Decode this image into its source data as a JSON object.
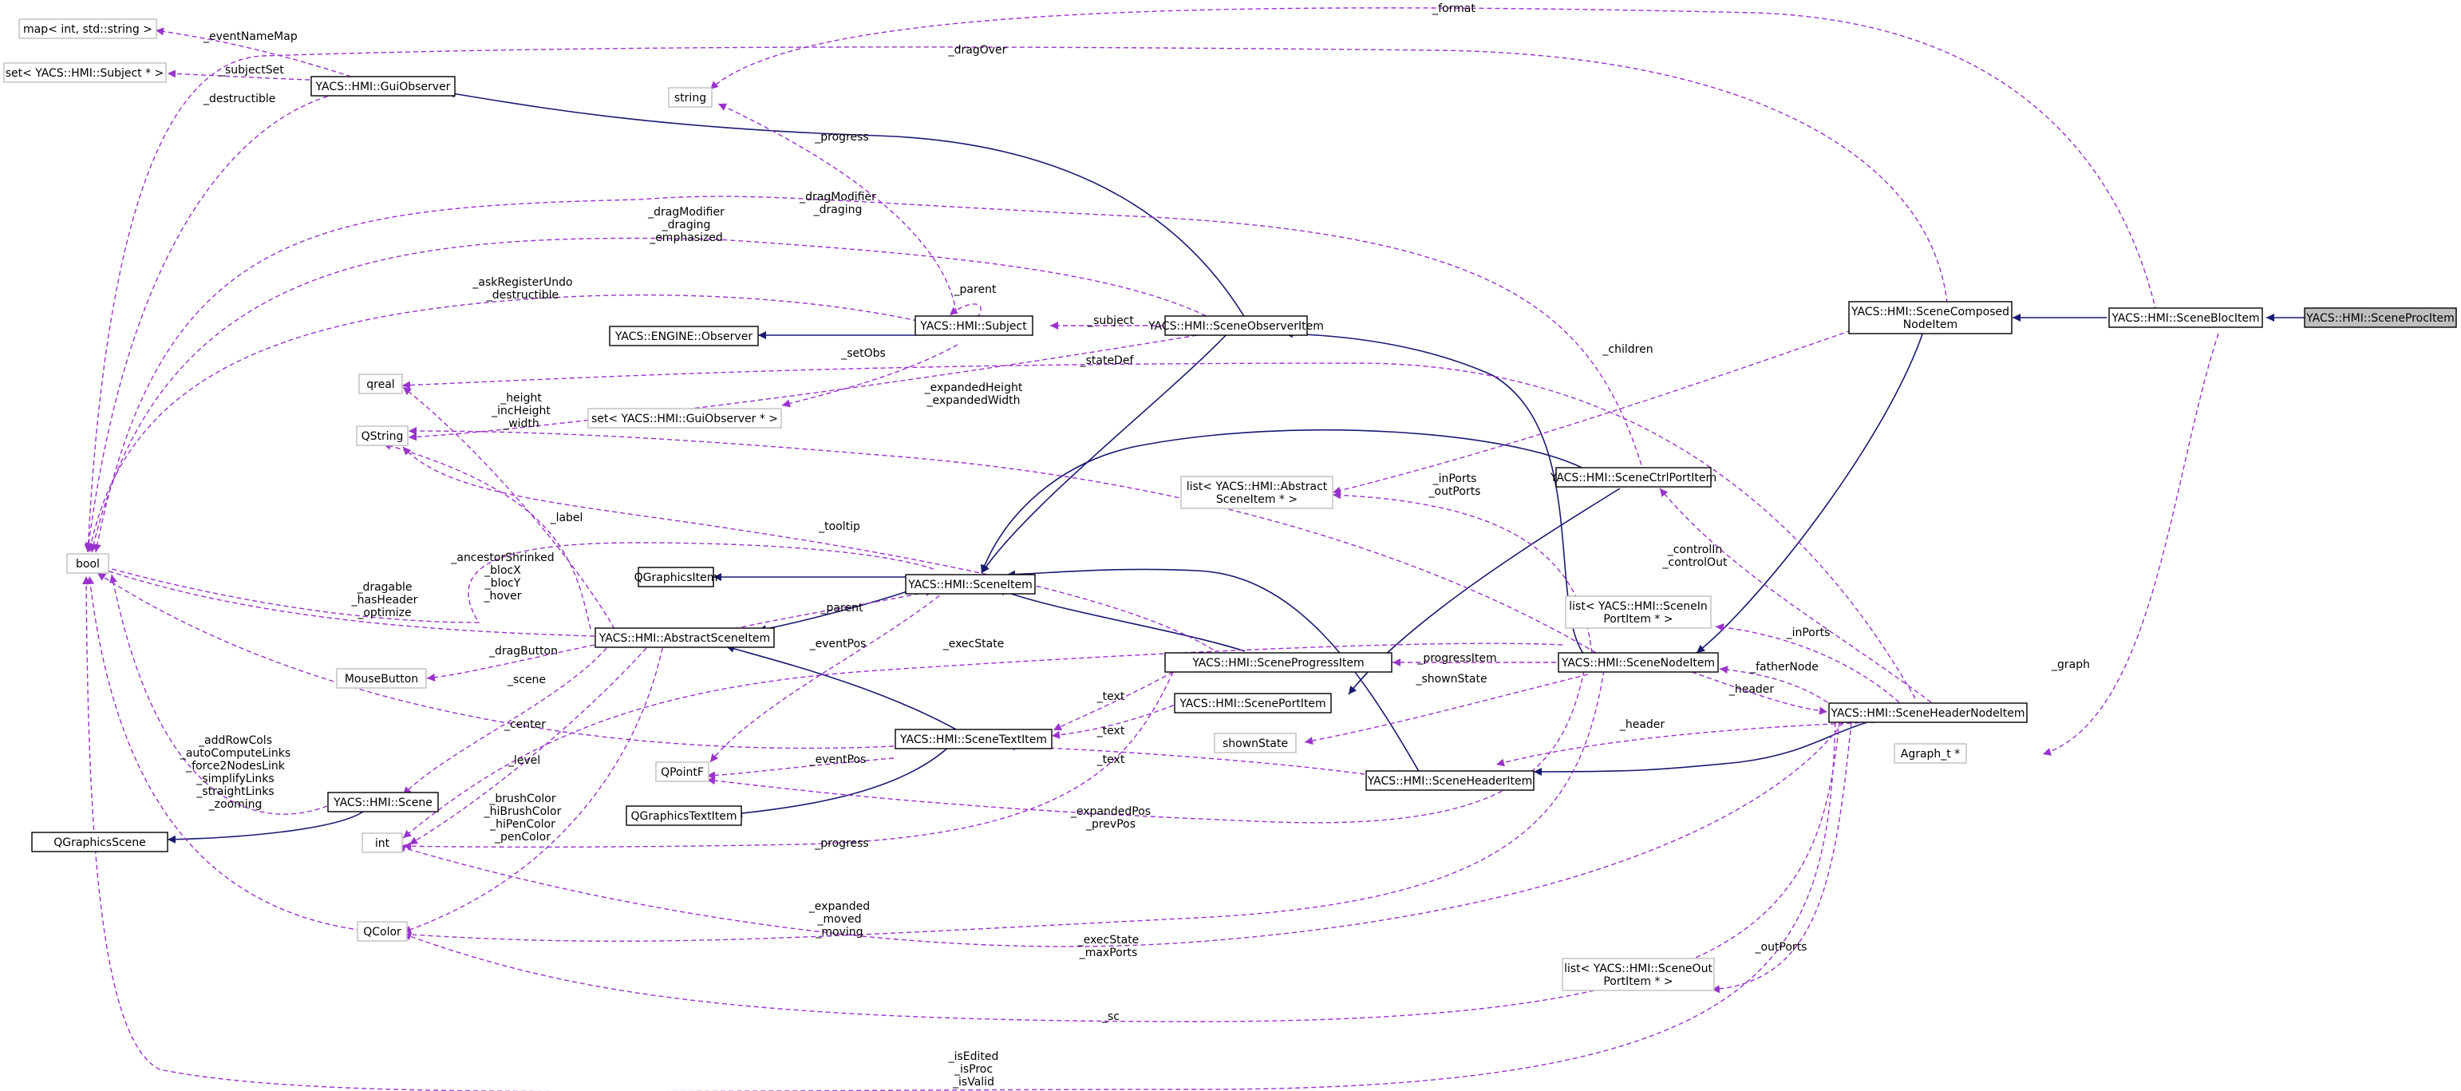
{
  "nodes": {
    "map_int_string": [
      "map< int, std::string >"
    ],
    "set_subject": [
      "set< YACS::HMI::Subject * >"
    ],
    "gui_observer": [
      "YACS::HMI::GuiObserver"
    ],
    "string": [
      "string"
    ],
    "bool": [
      "bool"
    ],
    "qreal": [
      "qreal"
    ],
    "qstring": [
      "QString"
    ],
    "engine_observer": [
      "YACS::ENGINE::Observer"
    ],
    "subject": [
      "YACS::HMI::Subject"
    ],
    "scene_observer_item": [
      "YACS::HMI::SceneObserverItem"
    ],
    "set_gui_observer": [
      "set< YACS::HMI::GuiObserver * >"
    ],
    "scene_composed_node_item": [
      "YACS::HMI::SceneComposed",
      "NodeItem"
    ],
    "scene_bloc_item": [
      "YACS::HMI::SceneBlocItem"
    ],
    "scene_proc_item": [
      "YACS::HMI::SceneProcItem"
    ],
    "list_abstract_scene_item": [
      "list< YACS::HMI::Abstract",
      "SceneItem * >"
    ],
    "scene_ctrl_port_item": [
      "YACS::HMI::SceneCtrlPortItem"
    ],
    "qgraphics_item": [
      "QGraphicsItem"
    ],
    "scene_item": [
      "YACS::HMI::SceneItem"
    ],
    "abstract_scene_item": [
      "YACS::HMI::AbstractSceneItem"
    ],
    "mouse_button": [
      "MouseButton"
    ],
    "scene_progress_item": [
      "YACS::HMI::SceneProgressItem"
    ],
    "scene_port_item": [
      "YACS::HMI::ScenePortItem"
    ],
    "scene_node_item": [
      "YACS::HMI::SceneNodeItem"
    ],
    "list_scene_in_port_item": [
      "list< YACS::HMI::SceneIn",
      "PortItem * >"
    ],
    "shown_state": [
      "shownState"
    ],
    "scene_header_node_item": [
      "YACS::HMI::SceneHeaderNodeItem"
    ],
    "agraph": [
      "Agraph_t *"
    ],
    "scene_text_item": [
      "YACS::HMI::SceneTextItem"
    ],
    "qpointf": [
      "QPointF"
    ],
    "scene_header_item": [
      "YACS::HMI::SceneHeaderItem"
    ],
    "scene": [
      "YACS::HMI::Scene"
    ],
    "qgraphics_text_item": [
      "QGraphicsTextItem"
    ],
    "qgraphics_scene": [
      "QGraphicsScene"
    ],
    "int": [
      "int"
    ],
    "qcolor": [
      "QColor"
    ],
    "list_scene_out_port_item": [
      "list< YACS::HMI::SceneOut",
      "PortItem * >"
    ]
  },
  "edge_labels": {
    "event_name_map": [
      "_eventNameMap"
    ],
    "subject_set": [
      "_subjectSet"
    ],
    "destructible": [
      "_destructible"
    ],
    "format": [
      "_format"
    ],
    "drag_over": [
      "_dragOver"
    ],
    "progress_string": [
      "_progress"
    ],
    "drag_modifier_a": [
      "_dragModifier",
      "_draging"
    ],
    "drag_modifier_b": [
      "_dragModifier",
      "_draging",
      "_emphasized"
    ],
    "ask_register_undo": [
      "_askRegisterUndo",
      "_destructible"
    ],
    "parent_subject": [
      "_parent"
    ],
    "subject_link": [
      "_subject"
    ],
    "set_obs": [
      "_setObs"
    ],
    "children": [
      "_children"
    ],
    "state_def": [
      "_stateDef"
    ],
    "height": [
      "_height",
      "_incHeight",
      "_width"
    ],
    "expanded_height": [
      "_expandedHeight",
      "_expandedWidth"
    ],
    "in_ports_out_ports": [
      "_inPorts",
      "_outPorts"
    ],
    "label": [
      "_label"
    ],
    "tooltip": [
      "_tooltip"
    ],
    "ancestor_shrinked": [
      "_ancestorShrinked",
      "_blocX",
      "_blocY",
      "_hover"
    ],
    "dragable": [
      "_dragable",
      "_hasHeader",
      "_optimize"
    ],
    "parent_item": [
      "_parent"
    ],
    "control_in_out": [
      "_controlIn",
      "_controlOut"
    ],
    "drag_button": [
      "_dragButton"
    ],
    "scene_link": [
      "_scene"
    ],
    "event_pos_a": [
      "_eventPos"
    ],
    "exec_state_a": [
      "_execState"
    ],
    "progress_item": [
      "_progressItem"
    ],
    "in_ports": [
      "_inPorts"
    ],
    "father_node": [
      "_fatherNode"
    ],
    "text_a": [
      "_text"
    ],
    "shown_state": [
      "_shownState"
    ],
    "header_a": [
      "_header"
    ],
    "header_b": [
      "_header"
    ],
    "text_b": [
      "_text"
    ],
    "center": [
      "_center"
    ],
    "event_pos_b": [
      "_eventPos"
    ],
    "text_c": [
      "_text"
    ],
    "graph": [
      "_graph"
    ],
    "add_row_cols": [
      "_addRowCols",
      "_autoComputeLinks",
      "_force2NodesLink",
      "_simplifyLinks",
      "_straightLinks",
      "_zooming"
    ],
    "level": [
      "_level"
    ],
    "expanded_pos": [
      "_expandedPos",
      "_prevPos"
    ],
    "brush_color": [
      "_brushColor",
      "_hiBrushColor",
      "_hiPenColor",
      "_penColor"
    ],
    "progress_int": [
      "_progress"
    ],
    "expanded_moved": [
      "_expanded",
      "_moved",
      "_moving"
    ],
    "exec_state_b": [
      "_execState",
      "_maxPorts"
    ],
    "out_ports": [
      "_outPorts"
    ],
    "sc": [
      "_sc"
    ],
    "is_edited": [
      "_isEdited",
      "_isProc",
      "_isValid"
    ]
  },
  "colors": {
    "inheritance_edge": "#191970",
    "association_edge": "#9a32cd",
    "focus_node_fill": "#bfbfbf",
    "external_node_border": "#bfbfbf",
    "class_node_border": "#000000"
  }
}
